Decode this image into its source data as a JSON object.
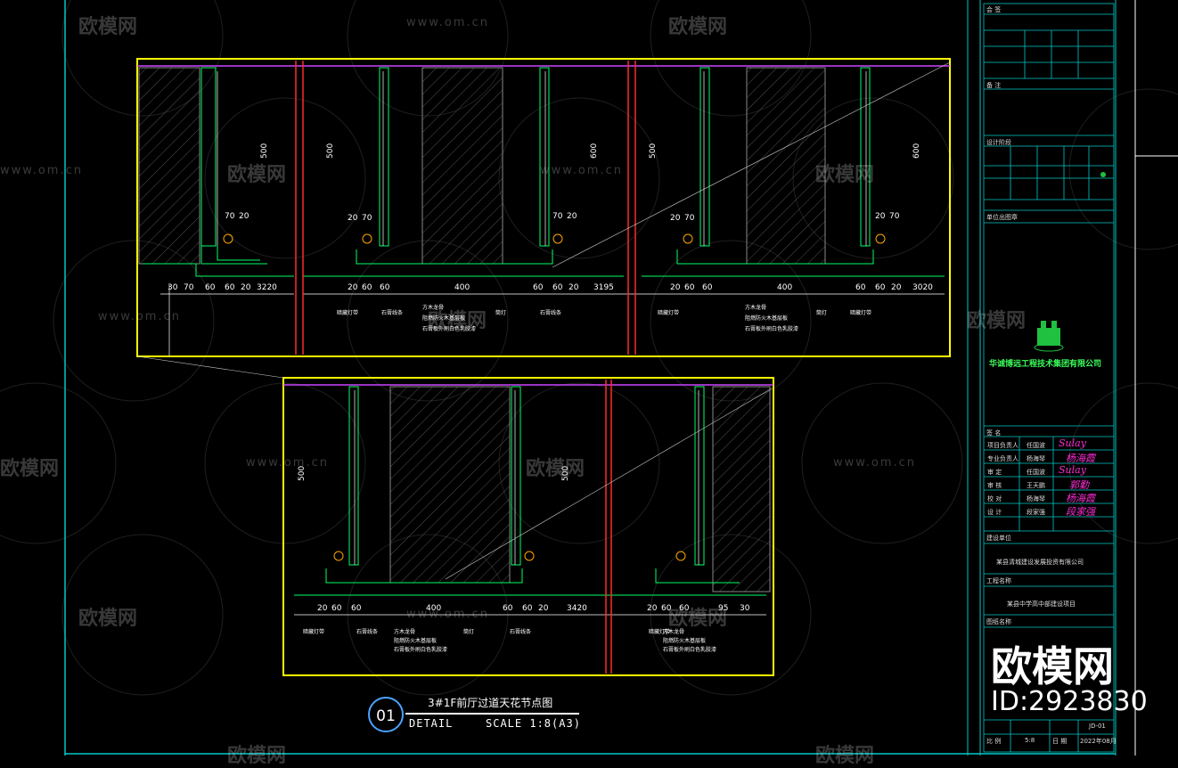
{
  "watermark": {
    "brand": "欧模网",
    "url": "www.om.cn"
  },
  "stamp": {
    "brand": "欧模网",
    "id": "ID:2923830"
  },
  "drawing": {
    "number": "01",
    "title": "3#1F前厅过道天花节点图",
    "label": "DETAIL",
    "scale": "SCALE 1:8(A3)"
  },
  "title_block": {
    "company": "华诚博远工程技术集团有限公司",
    "client": "某县清城建设发展投资有限公司",
    "project": "某县中学高中部建设项目",
    "sheet_no": "JD-01",
    "scale_value": "5:8",
    "date_value": "2022年08月",
    "section_labels": [
      "会 签",
      "备 注",
      "设计阶段",
      "单位出图章",
      "签 名",
      "建设单位",
      "工程名称",
      "图纸名称",
      "比 例",
      "日 期"
    ],
    "roles": [
      "项目负责人",
      "专业负责人",
      "审 定",
      "审 核",
      "校 对",
      "设 计"
    ],
    "names": [
      "任国波",
      "杨海琴",
      "任国波",
      "王天鹏",
      "杨海琴",
      "段家强"
    ],
    "signatures": [
      "Sulay",
      "杨海霞",
      "Sulay",
      "郭勤",
      "杨海霞",
      "段家强"
    ]
  },
  "detail_top": {
    "dims_vertical": [
      "500",
      "500",
      "600",
      "500",
      "600"
    ],
    "dims_small": [
      "70",
      "20",
      "20",
      "70",
      "70",
      "20",
      "20",
      "70",
      "20",
      "70"
    ],
    "dims_bottom": [
      "30",
      "70",
      "60",
      "60",
      "20",
      "3220",
      "20",
      "60",
      "60",
      "400",
      "60",
      "60",
      "20",
      "3195",
      "20",
      "60",
      "60",
      "400",
      "60",
      "60",
      "20",
      "3020"
    ],
    "labels": [
      "暗藏灯带",
      "石膏线条",
      "方木龙骨",
      "阻燃防火木基层板",
      "石膏板外刷白色乳胶漆",
      "筒灯",
      "石膏线条",
      "暗藏灯带",
      "方木龙骨",
      "阻燃防火木基层板",
      "石膏板外刷白色乳胶漆",
      "筒灯",
      "暗藏灯带"
    ]
  },
  "detail_bottom": {
    "dims_vertical": [
      "500",
      "500"
    ],
    "dims_bottom": [
      "20",
      "60",
      "60",
      "400",
      "60",
      "60",
      "20",
      "3420",
      "20",
      "60",
      "60",
      "95",
      "30"
    ],
    "labels": [
      "暗藏灯带",
      "石膏线条",
      "方木龙骨",
      "阻燃防火木基层板",
      "石膏板外刷白色乳胶漆",
      "筒灯",
      "石膏线条",
      "暗藏灯带",
      "方木龙骨",
      "阻燃防火木基层板",
      "石膏板外刷白色乳胶漆"
    ]
  },
  "colors": {
    "frame": "#ffff00",
    "border": "#00c8c8",
    "red": "#ff2a2a",
    "green": "#00ff66",
    "magenta": "#cc44ff"
  }
}
